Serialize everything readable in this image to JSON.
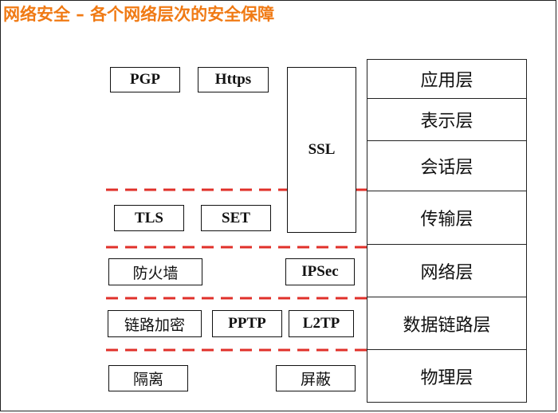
{
  "title": "网络安全 – 各个网络层次的安全保障",
  "colors": {
    "title": "#f07a14",
    "divider": "#e0302a"
  },
  "layers": [
    "应用层",
    "表示层",
    "会话层",
    "传输层",
    "网络层",
    "数据链路层",
    "物理层"
  ],
  "protocols": {
    "pgp": "PGP",
    "https": "Https",
    "ssl": "SSL",
    "tls": "TLS",
    "set": "SET",
    "firewall": "防火墙",
    "ipsec": "IPSec",
    "link_encryption": "链路加密",
    "pptp": "PPTP",
    "l2tp": "L2TP",
    "isolation": "隔离",
    "shielding": "屏蔽"
  }
}
